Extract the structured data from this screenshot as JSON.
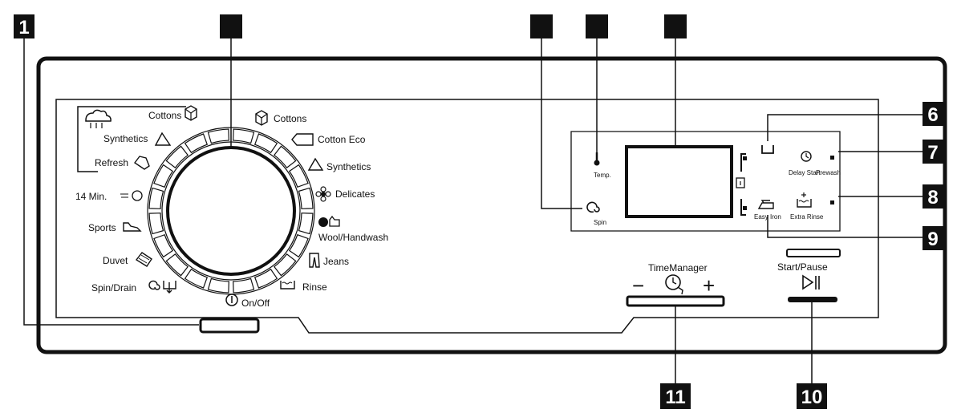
{
  "callouts": {
    "c1": "1",
    "c6": "6",
    "c7": "7",
    "c8": "8",
    "c9": "9",
    "c10": "10",
    "c11": "11"
  },
  "programmes": {
    "left": {
      "cottons": "Cottons",
      "synthetics": "Synthetics",
      "refresh": "Refresh",
      "min14": "14 Min.",
      "sports": "Sports",
      "duvet": "Duvet",
      "spin_drain": "Spin/Drain"
    },
    "right": {
      "cottons": "Cottons",
      "cotton_eco": "Cotton Eco",
      "synthetics": "Synthetics",
      "delicates": "Delicates",
      "wool": "Wool/Handwash",
      "jeans": "Jeans",
      "rinse": "Rinse"
    },
    "on_off": "On/Off"
  },
  "display_panel": {
    "temp": "Temp.",
    "spin": "Spin",
    "delay_start": "Delay Start",
    "prewash": "Prewash",
    "easy_iron": "Easy Iron",
    "extra_rinse": "Extra Rinse"
  },
  "time_manager": {
    "label": "TimeManager",
    "minus": "−",
    "plus": "+"
  },
  "start_pause": {
    "label": "Start/Pause"
  },
  "colors": {
    "ink": "#111111",
    "callout_bg": "#111111",
    "callout_text": "#ffffff",
    "background": "#ffffff"
  }
}
